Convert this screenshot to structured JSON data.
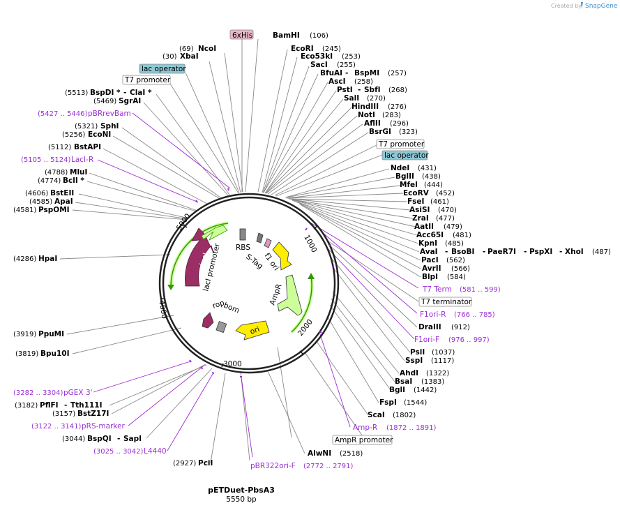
{
  "credit": {
    "text": "Created by",
    "brand": "SnapGene"
  },
  "plasmid": {
    "name": "pETDuet-PbsA3",
    "size": "5550 bp"
  },
  "ticks": [
    "1000",
    "2000",
    "3000",
    "4000",
    "5000"
  ],
  "tags": {
    "his": "6xHis",
    "laco1": "lac operator",
    "t7p1": "T7 promoter",
    "t7p2": "T7 promoter",
    "laco2": "lac operator",
    "t7term": "T7 terminator",
    "ampp": "AmpR promoter"
  },
  "sites": {
    "bamhi": {
      "name": "BamHI",
      "pos": "(106)"
    },
    "ecori": {
      "name": "EcoRI",
      "pos": "(245)"
    },
    "eco53ki": {
      "name": "Eco53kI",
      "pos": "(253)"
    },
    "saci": {
      "name": "SacI",
      "pos": "(255)"
    },
    "bfuai": {
      "name": "BfuAI",
      "name2": "BspMI",
      "pos": "(257)"
    },
    "asci": {
      "name": "AscI",
      "pos": "(258)"
    },
    "psti": {
      "name": "PstI",
      "name2": "SbfI",
      "pos": "(268)"
    },
    "sali": {
      "name": "SalI",
      "pos": "(270)"
    },
    "hindiii": {
      "name": "HindIII",
      "pos": "(276)"
    },
    "noti": {
      "name": "NotI",
      "pos": "(283)"
    },
    "aflii": {
      "name": "AflII",
      "pos": "(296)"
    },
    "bsrgi": {
      "name": "BsrGI",
      "pos": "(323)"
    },
    "ndei": {
      "name": "NdeI",
      "pos": "(431)"
    },
    "bglii": {
      "name": "BglII",
      "pos": "(438)"
    },
    "mfei": {
      "name": "MfeI",
      "pos": "(444)"
    },
    "ecorv": {
      "name": "EcoRV",
      "pos": "(452)"
    },
    "fsei": {
      "name": "FseI",
      "pos": "(461)"
    },
    "asisi": {
      "name": "AsiSI",
      "pos": "(470)"
    },
    "zrai": {
      "name": "ZraI",
      "pos": "(477)"
    },
    "aatii": {
      "name": "AatII",
      "pos": "(479)"
    },
    "acc65i": {
      "name": "Acc65I",
      "pos": "(481)"
    },
    "kpni": {
      "name": "KpnI",
      "pos": "(485)"
    },
    "avai": {
      "name": "AvaI",
      "name2": "BsoBI",
      "name3": "PaeR7I",
      "name4": "PspXI",
      "name5": "XhoI",
      "pos": "(487)"
    },
    "paci": {
      "name": "PacI",
      "pos": "(562)"
    },
    "avrii": {
      "name": "AvrII",
      "pos": "(566)"
    },
    "blpi": {
      "name": "BlpI",
      "pos": "(584)"
    },
    "draiii": {
      "name": "DraIII",
      "pos": "(912)"
    },
    "psii": {
      "name": "PsiI",
      "pos": "(1037)"
    },
    "sspi": {
      "name": "SspI",
      "pos": "(1117)"
    },
    "ahdi": {
      "name": "AhdI",
      "pos": "(1322)"
    },
    "bsai": {
      "name": "BsaI",
      "pos": "(1383)"
    },
    "bgli": {
      "name": "BglI",
      "pos": "(1442)"
    },
    "fspi": {
      "name": "FspI",
      "pos": "(1544)"
    },
    "scai": {
      "name": "ScaI",
      "pos": "(1802)"
    },
    "alwni": {
      "name": "AlwNI",
      "pos": "(2518)"
    },
    "pcii": {
      "name": "PciI",
      "pos": "(2927)"
    },
    "bspqi": {
      "name": "BspQI",
      "name2": "SapI",
      "pos": "(3044)"
    },
    "bstz17i": {
      "name": "BstZ17I",
      "pos": "(3157)"
    },
    "pflfi": {
      "name": "PflFI",
      "name2": "Tth111I",
      "pos": "(3182)"
    },
    "bpu10i": {
      "name": "Bpu10I",
      "pos": "(3819)"
    },
    "ppumi": {
      "name": "PpuMI",
      "pos": "(3919)"
    },
    "hpai": {
      "name": "HpaI",
      "pos": "(4286)"
    },
    "psphomi": {
      "name": "PspOMI",
      "pos": "(4581)"
    },
    "apai": {
      "name": "ApaI",
      "pos": "(4585)"
    },
    "bsteii": {
      "name": "BstEII",
      "pos": "(4606)"
    },
    "bcli": {
      "name": "BclI *",
      "pos": "(4774)"
    },
    "mlui": {
      "name": "MluI",
      "pos": "(4788)"
    },
    "bstapi": {
      "name": "BstAPI",
      "pos": "(5112)"
    },
    "econi": {
      "name": "EcoNI",
      "pos": "(5256)"
    },
    "sphi": {
      "name": "SphI",
      "pos": "(5321)"
    },
    "sgrai": {
      "name": "SgrAI",
      "pos": "(5469)"
    },
    "bspdi": {
      "name": "BspDI *",
      "name2": "ClaI *",
      "pos": "(5513)"
    },
    "xbai": {
      "name": "XbaI",
      "pos": "(30)"
    },
    "ncoi": {
      "name": "NcoI",
      "pos": "(69)"
    }
  },
  "primers": {
    "pbrrevbam": {
      "name": "pBRrevBam",
      "pos": "(5427 .. 5446)"
    },
    "laci_r": {
      "name": "LacI-R",
      "pos": "(5105 .. 5124)"
    },
    "t7term": {
      "name": "T7 Term",
      "pos": "(581 .. 599)"
    },
    "f1ori_r": {
      "name": "F1ori-R",
      "pos": "(766 .. 785)"
    },
    "f1ori_f": {
      "name": "F1ori-F",
      "pos": "(976 .. 997)"
    },
    "ampr": {
      "name": "Amp-R",
      "pos": "(1872 .. 1891)"
    },
    "pbr322ori_f": {
      "name": "pBR322ori-F",
      "pos": "(2772 .. 2791)"
    },
    "l4440": {
      "name": "L4440",
      "pos": "(3025 .. 3042)"
    },
    "prs_marker": {
      "name": "pRS-marker",
      "pos": "(3122 .. 3141)"
    },
    "pgex3": {
      "name": "pGEX 3'",
      "pos": "(3282 .. 3304)"
    }
  },
  "features": {
    "rbs": "RBS",
    "stag": "S-Tag",
    "f1ori": "f1 ori",
    "ampr": "AmpR",
    "ori": "ori",
    "rop": "rop",
    "bom": "bom",
    "lacipromoter": "lacI promoter",
    "laci": "lacI"
  },
  "colors": {
    "primer": "#9a2fd6",
    "laci": "#9b2e64",
    "ampr": "#ccff99",
    "yellow": "#ffee00",
    "green_arrow": "#339900",
    "his_tag": "#e8b7c8",
    "operator": "#8ec8d4"
  }
}
